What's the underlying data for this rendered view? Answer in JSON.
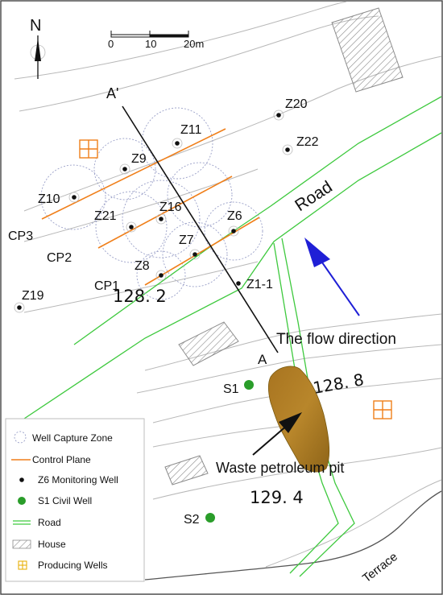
{
  "north": {
    "label": "N"
  },
  "scale": {
    "ticks": [
      "0",
      "10",
      "20m"
    ]
  },
  "section": {
    "a_prime": "A'",
    "a": "A"
  },
  "road_label": "Road",
  "terrace_label": "Terrace",
  "flow_label": "The flow direction",
  "pit_label": "Waste petroleum pit",
  "elevations": [
    "128. 2",
    "128. 8",
    "129. 4"
  ],
  "control_planes": [
    "CP1",
    "CP2",
    "CP3"
  ],
  "monitoring_wells": [
    "Z20",
    "Z22",
    "Z11",
    "Z9",
    "Z10",
    "Z16",
    "Z21",
    "Z6",
    "Z7",
    "Z8",
    "Z1-1",
    "Z19"
  ],
  "civil_wells": [
    "S1",
    "S2"
  ],
  "legend": {
    "capture_zone": "Well Capture Zone",
    "control_plane": "Control Plane",
    "monitoring_well": "Z6  Monitoring Well",
    "civil_well": "S1  Civil Well",
    "road": "Road",
    "house": "House",
    "producing_wells": "Producing Wells"
  },
  "colors": {
    "road": "#3ec93e",
    "control_plane": "#f07f1a",
    "flow_arrow": "#1f1fd6",
    "civil_well": "#2a9d2a",
    "pit": "#b8862b",
    "producing_well": "#f07f1a",
    "capture_zone": "#9aa0c8",
    "house_hatch": "#8c8c8c",
    "contour": "#b8b8b8"
  }
}
